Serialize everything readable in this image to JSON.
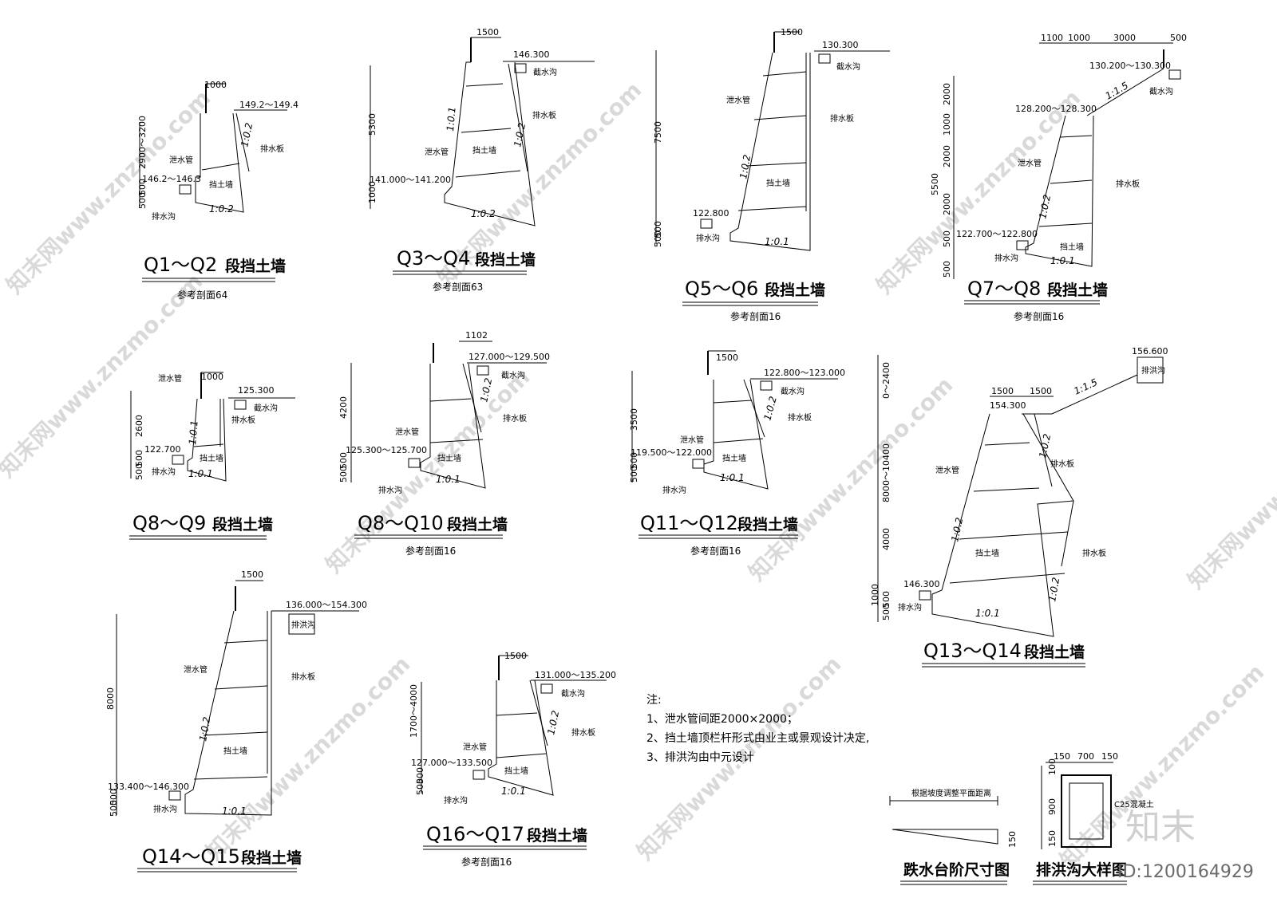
{
  "sections": [
    {
      "id": "q1",
      "title_code": "Q1～Q2",
      "title_cn": "段挡土墙",
      "ref": "参考剖面64",
      "dims": [
        "1000",
        "149.2～149.4",
        "2900～3200",
        "500",
        "500",
        "146.2～146.3"
      ],
      "labels": {
        "drain_pipe": "泄水管",
        "wall": "挡土墙",
        "drain_board": "排水板",
        "ditch": "排水沟"
      },
      "slopes": [
        "1:0.2",
        "1:0.2"
      ]
    },
    {
      "id": "q3",
      "title_code": "Q3～Q4",
      "title_cn": "段挡土墙",
      "ref": "参考剖面63",
      "dims": [
        "1500",
        "146.300",
        "5300",
        "1000",
        "141.000～141.200"
      ],
      "labels": {
        "drain_pipe": "泄水管",
        "wall": "挡土墙",
        "drain_board": "排水板",
        "ditch": "截水沟"
      },
      "slopes": [
        "1:0.1",
        "1:0.2",
        "1:0.2"
      ]
    },
    {
      "id": "q5",
      "title_code": "Q5～Q6",
      "title_cn": "段挡土墙",
      "ref": "参考剖面16",
      "dims": [
        "1500",
        "130.300",
        "7500",
        "500",
        "500",
        "122.800"
      ],
      "labels": {
        "drain_pipe": "泄水管",
        "wall": "挡土墙",
        "drain_board": "排水板",
        "ditch": "截水沟",
        "ditch2": "排水沟"
      },
      "slopes": [
        "1:0.2",
        "1:0.1"
      ]
    },
    {
      "id": "q7",
      "title_code": "Q7～Q8",
      "title_cn": "段挡土墙",
      "ref": "参考剖面16",
      "dims": [
        "1100",
        "1000",
        "3000",
        "500",
        "130.200～130.300",
        "128.200～128.300",
        "2000",
        "1000",
        "5500",
        "2000",
        "2000",
        "500",
        "500",
        "122.700～122.800"
      ],
      "labels": {
        "drain_pipe": "泄水管",
        "wall": "挡土墙",
        "drain_board": "排水板",
        "ditch": "截水沟",
        "ditch2": "排水沟"
      },
      "slopes": [
        "1:1.5",
        "1:0.2",
        "1:0.1"
      ]
    },
    {
      "id": "q8a",
      "title_code": "Q8～Q9",
      "title_cn": "段挡土墙",
      "ref": "",
      "dims": [
        "1000",
        "125.300",
        "2600",
        "500",
        "500",
        "122.700"
      ],
      "labels": {
        "drain_pipe": "泄水管",
        "wall": "挡土墙",
        "drain_board": "排水板",
        "ditch": "截水沟",
        "ditch2": "排水沟"
      },
      "slopes": [
        "1:0.1",
        "1:0.1"
      ]
    },
    {
      "id": "q8b",
      "title_code": "Q8～Q10",
      "title_cn": "段挡土墙",
      "ref": "参考剖面16",
      "dims": [
        "1102",
        "127.000～129.500",
        "4200",
        "500",
        "500",
        "125.300～125.700"
      ],
      "labels": {
        "drain_pipe": "泄水管",
        "wall": "挡土墙",
        "drain_board": "排水板",
        "ditch": "截水沟",
        "ditch2": "排水沟"
      },
      "slopes": [
        "1:0.2",
        "1:0.1"
      ]
    },
    {
      "id": "q11",
      "title_code": "Q11～Q12",
      "title_cn": "段挡土墙",
      "ref": "参考剖面16",
      "dims": [
        "1500",
        "122.800～123.000",
        "3500",
        "500",
        "500",
        "119.500～122.000"
      ],
      "labels": {
        "drain_pipe": "泄水管",
        "wall": "挡土墙",
        "drain_board": "排水板",
        "ditch": "截水沟",
        "ditch2": "排水沟"
      },
      "slopes": [
        "1:0.2",
        "1:0.1"
      ]
    },
    {
      "id": "q13",
      "title_code": "Q13～Q14",
      "title_cn": "段挡土墙",
      "ref": "",
      "dims": [
        "1500",
        "1500",
        "154.300",
        "156.600",
        "0～2400",
        "8000～10400",
        "4000",
        "1000",
        "500",
        "500",
        "146.300"
      ],
      "labels": {
        "drain_pipe": "泄水管",
        "wall": "挡土墙",
        "drain_board": "排水板",
        "drain_board2": "排水板",
        "ditch": "排洪沟",
        "ditch2": "排水沟"
      },
      "slopes": [
        "1:1.5",
        "1:0.2",
        "1:0.2",
        "1:0.2",
        "1:0.1"
      ]
    },
    {
      "id": "q14",
      "title_code": "Q14～Q15",
      "title_cn": "段挡土墙",
      "ref": "",
      "dims": [
        "1500",
        "136.000～154.300",
        "8000",
        "500",
        "500",
        "133.400～146.300"
      ],
      "labels": {
        "drain_pipe": "泄水管",
        "wall": "挡土墙",
        "drain_board": "排水板",
        "ditch": "排洪沟",
        "ditch2": "排水沟"
      },
      "slopes": [
        "1:0.2",
        "1:0.1"
      ]
    },
    {
      "id": "q16",
      "title_code": "Q16～Q17",
      "title_cn": "段挡土墙",
      "ref": "参考剖面16",
      "dims": [
        "1500",
        "131.000～135.200",
        "1700～4000",
        "500",
        "500",
        "127.000～133.500"
      ],
      "labels": {
        "drain_pipe": "泄水管",
        "wall": "挡土墙",
        "drain_board": "排水板",
        "ditch": "截水沟",
        "ditch2": "排水沟"
      },
      "slopes": [
        "1:0.2",
        "1:0.1"
      ]
    }
  ],
  "notes": {
    "heading": "注:",
    "items": [
      "1、泄水管间距2000×2000；",
      "2、挡土墙顶栏杆形式由业主或景观设计决定,",
      "3、排洪沟由中元设计"
    ]
  },
  "step_detail": {
    "caption": "跌水台阶尺寸图",
    "top_label": "根据坡度调整平面距离",
    "dim": "150"
  },
  "ditch_detail": {
    "caption": "排洪沟大样图",
    "dims_top": [
      "150",
      "700",
      "150"
    ],
    "dims_side": [
      "100",
      "900",
      "150"
    ],
    "material": "C25混凝土"
  },
  "watermarks": {
    "site": "知末网www.znzmo.com",
    "brand": "知末",
    "id": "ID:1200164929"
  }
}
